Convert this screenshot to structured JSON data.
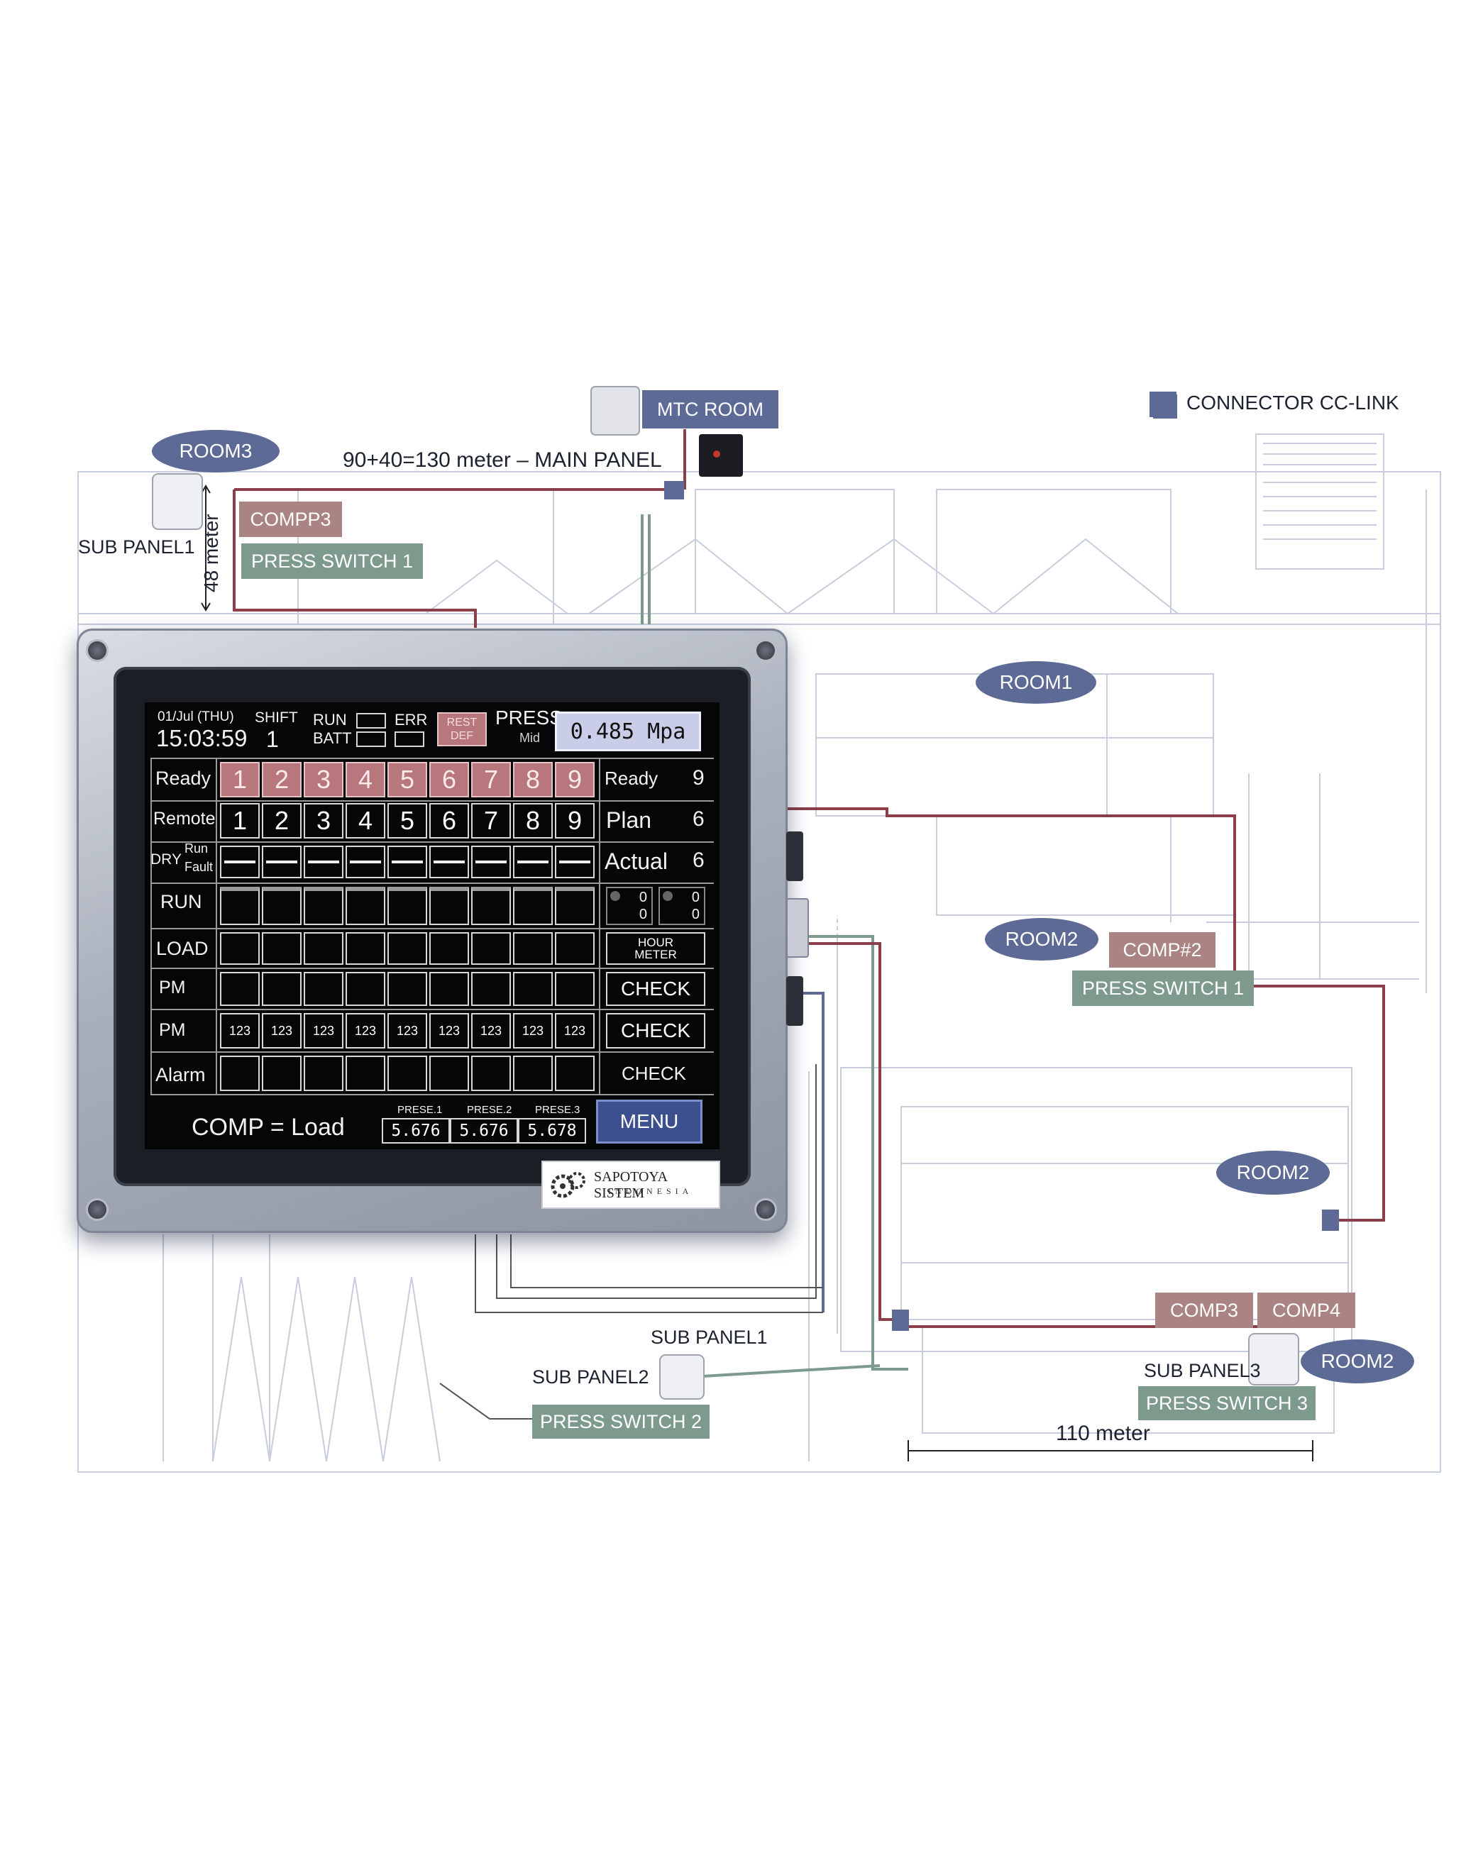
{
  "legend": {
    "label": "CONNECTOR CC-LINK",
    "color": "#5c6a95"
  },
  "distances": {
    "top": "90+40=130 meter –  MAIN PANEL",
    "vertical": "48 meter",
    "bottom": "110 meter"
  },
  "tags": {
    "mtc_room": "MTC ROOM",
    "room3": "ROOM3",
    "room1": "ROOM1",
    "room2_mid": "ROOM2",
    "room2_lower": "ROOM2",
    "room2_corner": "ROOM2",
    "sub_panel1_top": "SUB PANEL1",
    "sub_panel1_bottom": "SUB PANEL1",
    "sub_panel2": "SUB PANEL2",
    "sub_panel3": "SUB PANEL3",
    "compp3": "COMPP3",
    "comp2": "COMP#2",
    "comp3": "COMP3",
    "comp4": "COMP4",
    "press_switch_1_top": "PRESS SWITCH 1",
    "press_switch_1_mid": "PRESS SWITCH 1",
    "press_switch_2": "PRESS SWITCH 2",
    "press_switch_3": "PRESS SWITCH 3"
  },
  "hmi": {
    "date": "01/Jul (THU)",
    "time": "15:03:59",
    "shift_label": "SHIFT",
    "shift_value": "1",
    "run_label": "RUN",
    "batt_label": "BATT",
    "err_label": "ERR",
    "rest_label": "REST",
    "def_label": "DEF",
    "press_label": "PRESS",
    "press_sub": "Mid",
    "press_value": "0.485 Mpa",
    "rows": {
      "ready": "Ready",
      "remote": "Remote",
      "dry": "DRY",
      "dry_run": "Run",
      "dry_fault": "Fault",
      "run": "RUN",
      "load": "LOAD",
      "pm1": "PM",
      "pm2": "PM",
      "alarm": "Alarm"
    },
    "machines": [
      "1",
      "2",
      "3",
      "4",
      "5",
      "6",
      "7",
      "8",
      "9"
    ],
    "pm_counters": [
      "123",
      "123",
      "123",
      "123",
      "123",
      "123",
      "123",
      "123",
      "123"
    ],
    "right": {
      "ready_label": "Ready",
      "ready_value": "9",
      "plan_label": "Plan",
      "plan_value": "6",
      "actual_label": "Actual",
      "actual_value": "6",
      "gauge_values": [
        "0",
        "0",
        "0",
        "0"
      ],
      "hour_meter_line1": "HOUR",
      "hour_meter_line2": "METER",
      "check1": "CHECK",
      "check2": "CHECK",
      "check3": "CHECK"
    },
    "comp_status": "COMP = Load",
    "prese": [
      {
        "label": "PRESE.1",
        "value": "5.676"
      },
      {
        "label": "PRESE.2",
        "value": "5.676"
      },
      {
        "label": "PRESE.3",
        "value": "5.678"
      }
    ],
    "menu": "MENU",
    "colors": {
      "ready_cell": "#b8777c",
      "menu": "#3c4f8f",
      "press_box": "#c9cde8",
      "rest_box": "#b8777c"
    }
  },
  "logo": {
    "line1": "SAPOTOYA SISTEM",
    "line2": "INDONESIA"
  }
}
